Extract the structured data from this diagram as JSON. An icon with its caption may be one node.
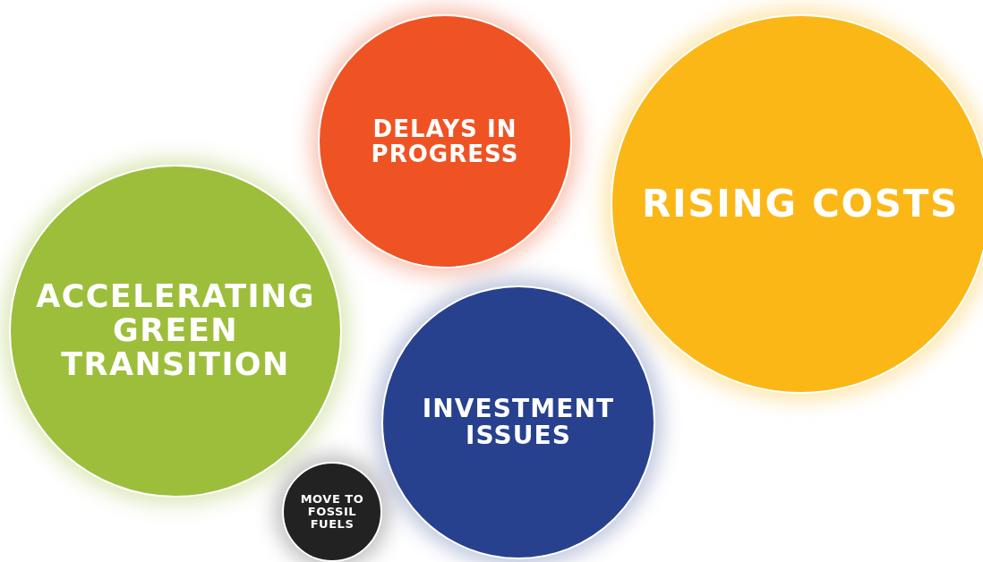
{
  "diagram": {
    "nodes": [
      {
        "text": [
          "DELAYS IN PROGRESS"
        ]
      },
      {
        "text": [
          "RISING COSTS"
        ]
      },
      {
        "text": [
          "ACCELERATING GREEN TRANSITION"
        ]
      },
      {
        "text": [
          "INVESTMENT ISSUES"
        ]
      },
      {
        "text": [
          "MOVE TO FOSSIL FUELS"
        ]
      }
    ]
  }
}
